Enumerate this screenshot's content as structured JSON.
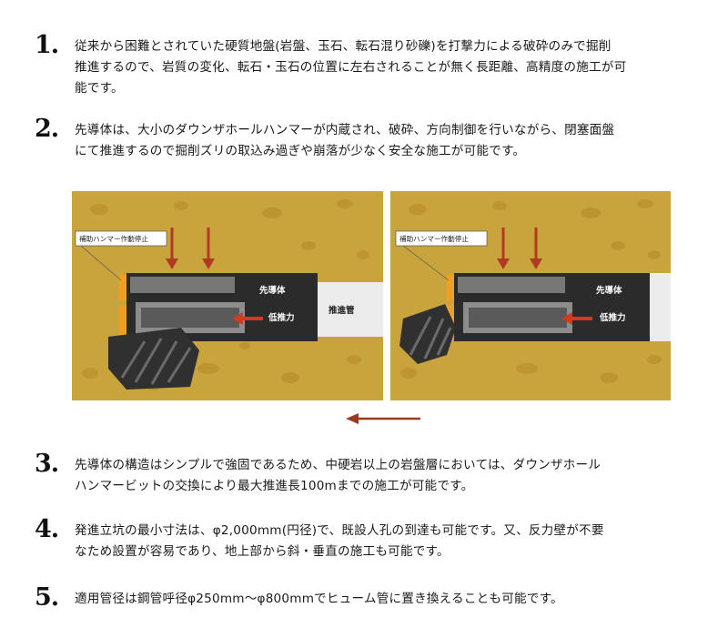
{
  "items": [
    {
      "number": "1.",
      "lines": [
        "従来から困難とされていた硬質地盤(岩盤、玉石、転石混り砂礫)を打撃力による破砕のみで掘削",
        "推進するので、岩質の変化、転石・玉石の位置に左右されることが無く長距離、高精度の施工が可",
        "能です。"
      ]
    },
    {
      "number": "2.",
      "lines": [
        "先導体は、大小のダウンザホールハンマーが内蔵され、破砕、方向制御を行いながら、閉塞面盤",
        "にて推進するので掘削ズリの取込み過ぎや崩落が少なく安全な施工が可能です。"
      ]
    },
    {
      "number": "3.",
      "lines": [
        "先導体の構造はシンプルで強固であるため、中硬岩以上の岩盤層においては、ダウンザホール",
        "ハンマービットの交換により最大推進長100mまでの施工が可能です。"
      ]
    },
    {
      "number": "4.",
      "lines": [
        "発進立坑の最小寸法は、φ2,000mm(円径)で、既設人孔の到達も可能です。又、反力壁が不要",
        "なため設置が容易であり、地上部から斜・垂直の施工も可能です。"
      ]
    },
    {
      "number": "5.",
      "lines": [
        "適用管径は鋼管呼径φ250mm〜φ800mmでヒューム管に置き換えることも可能です。"
      ]
    }
  ],
  "diagram": {
    "left": {
      "callout": "補助ハンマー作動停止",
      "lead_label": "先導体",
      "thrust_label": "低推力",
      "pipe_label": "推進管"
    },
    "right": {
      "callout": "補助ハンマー作動停止",
      "lead_label": "先導体",
      "thrust_label": "低推力"
    }
  },
  "colors": {
    "soil": "#c9a43c",
    "arrow": "#9b3a22",
    "casing": "#2b2b2b",
    "pipe": "#ececec",
    "orange": "#f0a020"
  }
}
